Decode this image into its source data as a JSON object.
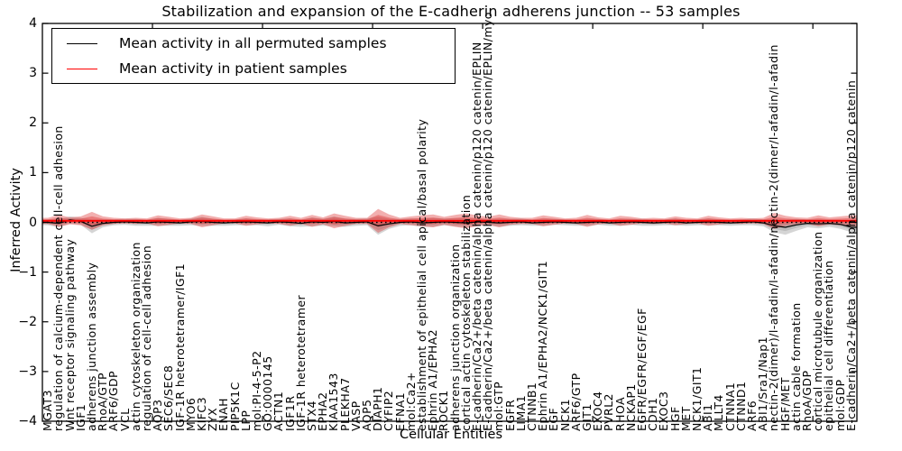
{
  "chart_data": {
    "type": "line",
    "title": "Stabilization and expansion of the E-cadherin adherens junction -- 53 samples",
    "xlabel": "Cellular Entities",
    "ylabel": "Inferred Activity",
    "ylim": [
      -4,
      4
    ],
    "xlim_units": [
      0,
      74
    ],
    "yticks": [
      4,
      3,
      2,
      1,
      0,
      -1,
      -2,
      -3,
      -4
    ],
    "top_axis_ticks_at": [
      10,
      20,
      30,
      40,
      50,
      60,
      70
    ],
    "grid": false,
    "legend_position": "upper left",
    "zero_line": {
      "style": "dotted",
      "color": "#000000",
      "y": 0
    },
    "categories": [
      "MGAT3",
      "regulation of calcium-dependent cell-cell adhesion",
      "Wnt receptor signaling pathway",
      "IGF1",
      "adherens junction assembly",
      "RhoA/GTP",
      "ARF6/GDP",
      "VCL",
      "actin cytoskeleton organization",
      "regulation of cell-cell adhesion",
      "AQP3",
      "SEC6/SEC8",
      "IGF-1R heterotetramer/IGF1",
      "MYO6",
      "KIFC3",
      "ZYX",
      "ENAH",
      "PIP5K1C",
      "LPP",
      "mol:PI-4-5-P2",
      "GO:0000145",
      "ACTN1",
      "IGF1R",
      "IGF-1R heterotetramer",
      "STX4",
      "EPHA2",
      "KIAA1543",
      "PLEKHA7",
      "VASP",
      "AQP5",
      "DIAPH1",
      "CYFIP2",
      "EFNA1",
      "mol:Ca2+",
      "establishment of epithelial cell apical/basal polarity",
      "Ephrin A1/EPHA2",
      "ROCK1",
      "adherens junction organization",
      "cortical actin cytoskeleton stabilization",
      "E-cadherin/Ca2+/beta catenin/alpha catenin/p120 catenin/EPLIN",
      "E-cadherin/Ca2+/beta catenin/alpha catenin/p120 catenin/EPLIN/myo",
      "mol:GTP",
      "EGFR",
      "LIMA1",
      "CTNNB1",
      "Ephrin A1/EPHA2/NCK1/GIT1",
      "EGF",
      "NCK1",
      "ARF6/GTP",
      "GIT1",
      "EXOC4",
      "PVRL2",
      "RHOA",
      "NCKAP1",
      "EGFR/EGFR/EGF/EGF",
      "CDH1",
      "EXOC3",
      "HGF",
      "MET",
      "NCK1/GIT1",
      "ABI1",
      "MLLT4",
      "CTNNA1",
      "CTNND1",
      "ARF6",
      "ABI1/Sra1/Nap1",
      "nectin-2(dimer)/l-afadin/l-afadin/nectin-2(dimer/l-afadin/l-afadin",
      "HGF/MET",
      "actin cable formation",
      "RhoA/GDP",
      "cortical microtubule organization",
      "epithelial cell differentiation",
      "mol:GDP",
      "E-cadherin/Ca2+/beta catenin/alpha catenin/p120 catenin"
    ],
    "series": [
      {
        "name": "Mean activity in all permuted samples",
        "color": "#000000",
        "band_color": "rgba(125,125,125,0.32)",
        "band_core_color": "rgba(125,125,125,0.28)",
        "line_width": 1.2,
        "values": [
          0.0,
          -0.02,
          0.05,
          0.02,
          -0.08,
          -0.02,
          0.0,
          0.01,
          0.0,
          -0.01,
          0.01,
          0.0,
          -0.01,
          0.01,
          0.02,
          0.0,
          -0.01,
          0.0,
          0.01,
          0.0,
          -0.01,
          0.01,
          0.0,
          -0.02,
          0.01,
          0.0,
          0.02,
          -0.01,
          0.0,
          0.01,
          -0.07,
          -0.03,
          0.0,
          0.01,
          -0.01,
          0.0,
          0.01,
          0.0,
          -0.01,
          0.01,
          0.0,
          -0.01,
          0.0,
          0.01,
          -0.01,
          0.0,
          0.01,
          0.0,
          -0.01,
          0.0,
          0.01,
          -0.01,
          0.0,
          0.01,
          0.0,
          -0.01,
          0.0,
          0.01,
          -0.01,
          0.0,
          0.01,
          0.0,
          -0.01,
          0.0,
          0.01,
          -0.01,
          -0.07,
          -0.1,
          -0.05,
          -0.02,
          -0.03,
          -0.02,
          -0.04,
          -0.1
        ],
        "band_halfwidth": [
          0.06,
          0.08,
          0.07,
          0.07,
          0.14,
          0.08,
          0.06,
          0.06,
          0.07,
          0.06,
          0.08,
          0.07,
          0.06,
          0.07,
          0.09,
          0.07,
          0.06,
          0.06,
          0.07,
          0.06,
          0.07,
          0.06,
          0.08,
          0.07,
          0.09,
          0.07,
          0.1,
          0.08,
          0.07,
          0.07,
          0.18,
          0.1,
          0.07,
          0.07,
          0.08,
          0.09,
          0.07,
          0.08,
          0.09,
          0.07,
          0.06,
          0.08,
          0.07,
          0.07,
          0.06,
          0.07,
          0.06,
          0.06,
          0.06,
          0.07,
          0.06,
          0.06,
          0.07,
          0.06,
          0.07,
          0.06,
          0.06,
          0.07,
          0.06,
          0.06,
          0.07,
          0.06,
          0.06,
          0.06,
          0.07,
          0.07,
          0.13,
          0.15,
          0.12,
          0.08,
          0.09,
          0.07,
          0.09,
          0.1
        ]
      },
      {
        "name": "Mean activity in patient samples",
        "color": "#ff0000",
        "band_color": "rgba(222,45,45,0.38)",
        "band_core_color": "rgba(222,45,45,0.40)",
        "line_width": 1.9,
        "values": [
          0.03,
          0.03,
          0.03,
          0.03,
          0.03,
          0.03,
          0.03,
          0.03,
          0.03,
          0.03,
          0.03,
          0.03,
          0.03,
          0.03,
          0.03,
          0.03,
          0.03,
          0.03,
          0.03,
          0.03,
          0.03,
          0.03,
          0.03,
          0.03,
          0.03,
          0.03,
          0.03,
          0.03,
          0.03,
          0.03,
          0.03,
          0.03,
          0.03,
          0.03,
          0.03,
          0.03,
          0.03,
          0.03,
          0.03,
          0.03,
          0.03,
          0.03,
          0.03,
          0.03,
          0.03,
          0.03,
          0.03,
          0.03,
          0.03,
          0.03,
          0.03,
          0.03,
          0.03,
          0.03,
          0.03,
          0.03,
          0.03,
          0.03,
          0.03,
          0.03,
          0.03,
          0.03,
          0.03,
          0.03,
          0.03,
          0.03,
          0.03,
          0.03,
          0.03,
          0.03,
          0.03,
          0.03,
          0.03,
          0.03
        ],
        "band_halfwidth": [
          0.06,
          0.12,
          0.07,
          0.09,
          0.18,
          0.09,
          0.06,
          0.05,
          0.06,
          0.05,
          0.11,
          0.08,
          0.05,
          0.06,
          0.13,
          0.09,
          0.05,
          0.05,
          0.1,
          0.07,
          0.05,
          0.06,
          0.1,
          0.06,
          0.12,
          0.07,
          0.15,
          0.1,
          0.06,
          0.06,
          0.24,
          0.13,
          0.06,
          0.09,
          0.11,
          0.13,
          0.08,
          0.12,
          0.15,
          0.11,
          0.08,
          0.13,
          0.08,
          0.06,
          0.06,
          0.11,
          0.08,
          0.05,
          0.06,
          0.12,
          0.07,
          0.05,
          0.1,
          0.08,
          0.05,
          0.06,
          0.05,
          0.09,
          0.06,
          0.05,
          0.1,
          0.07,
          0.05,
          0.06,
          0.05,
          0.06,
          0.16,
          0.1,
          0.07,
          0.06,
          0.11,
          0.07,
          0.09,
          0.11
        ]
      }
    ]
  },
  "frame": {
    "color": "#000000"
  }
}
